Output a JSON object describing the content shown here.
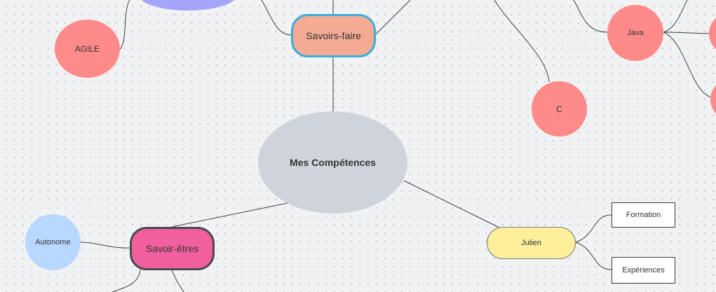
{
  "canvas": {
    "background": "#f1f2f4",
    "grid": "dots"
  },
  "nodes": {
    "center": {
      "label": "Mes Compétences",
      "color": "#cfd4db"
    },
    "savoirs_faire": {
      "label": "Savoirs-faire",
      "color": "#f5aa94",
      "border": "#3aaed8"
    },
    "savoir_etres": {
      "label": "Savoir-êtres",
      "color": "#f0609e",
      "border": "#4a4a4a"
    },
    "julien": {
      "label": "Julien",
      "color": "#fdef9b",
      "border": "#7a7a7a"
    },
    "agile": {
      "label": "AGILE",
      "color": "#ff8a8a"
    },
    "java": {
      "label": "Java",
      "color": "#ff8a8a"
    },
    "c": {
      "label": "C",
      "color": "#ff8a8a"
    },
    "autonome": {
      "label": "Autonome",
      "color": "#b8d8ff"
    },
    "formation": {
      "label": "Formation"
    },
    "experiences": {
      "label": "Expériences"
    },
    "partial_purple": {
      "label": "",
      "color": "#a4a4fb"
    },
    "partial_red": {
      "label": "",
      "color": "#ff8a8a"
    }
  }
}
